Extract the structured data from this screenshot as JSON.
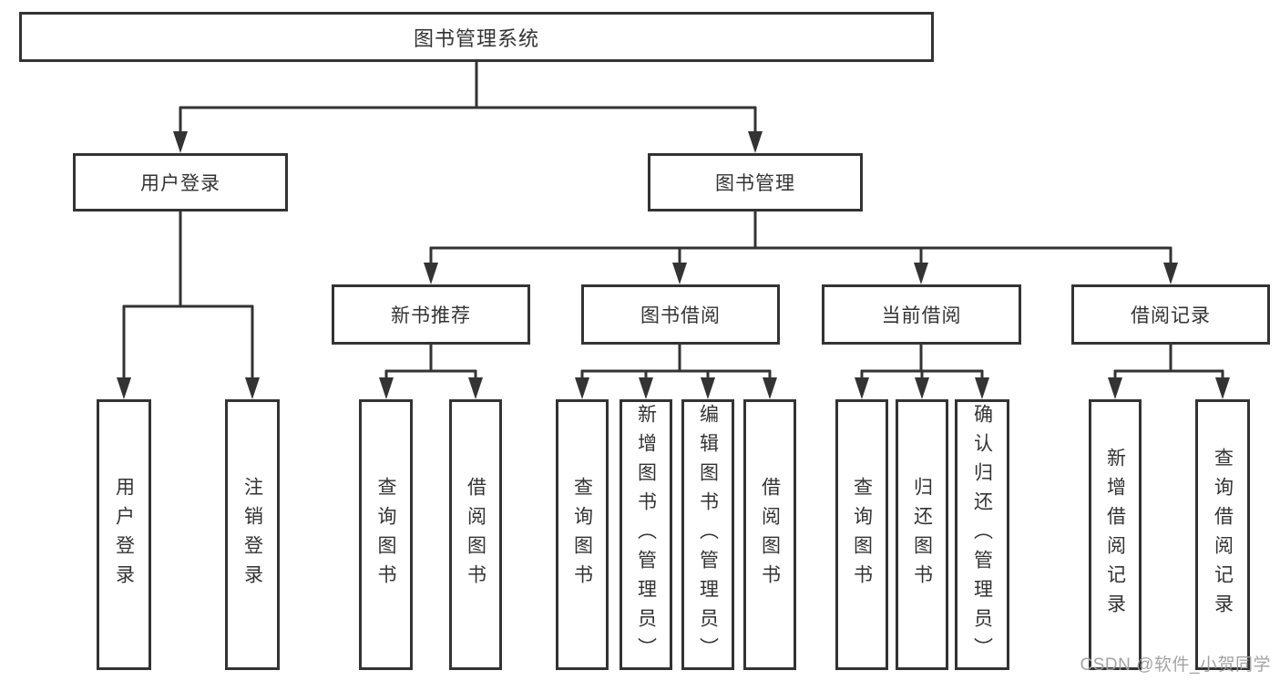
{
  "tree": {
    "root": "图书管理系统",
    "branches": [
      {
        "label": "用户登录",
        "children": [
          "用户登录",
          "注销登录"
        ]
      },
      {
        "label": "图书管理",
        "sections": [
          {
            "label": "新书推荐",
            "children": [
              "查询图书",
              "借阅图书"
            ]
          },
          {
            "label": "图书借阅",
            "children": [
              "查询图书",
              "新增图书（管理员）",
              "编辑图书（管理员）",
              "借阅图书"
            ]
          },
          {
            "label": "当前借阅",
            "children": [
              "查询图书",
              "归还图书",
              "确认归还（管理员）"
            ]
          },
          {
            "label": "借阅记录",
            "children": [
              "新增借阅记录",
              "查询借阅记录"
            ]
          }
        ]
      }
    ]
  },
  "colors": {
    "line": "#333333",
    "background": "#ffffff",
    "watermark": "#9e9e9e"
  },
  "watermark": "CSDN @软件_小贺同学"
}
